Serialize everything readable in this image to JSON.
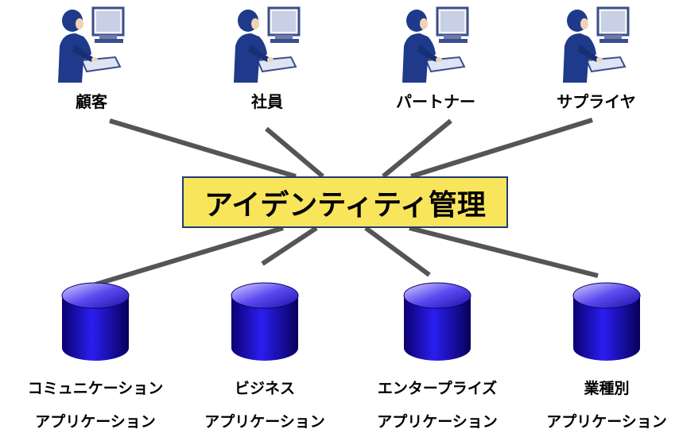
{
  "center": {
    "label": "アイデンティティ管理"
  },
  "users": [
    {
      "label": "顧客",
      "icon": "person-at-computer-icon"
    },
    {
      "label": "社員",
      "icon": "person-at-computer-icon"
    },
    {
      "label": "パートナー",
      "icon": "person-at-computer-icon"
    },
    {
      "label": "サプライヤ",
      "icon": "person-at-computer-icon"
    }
  ],
  "apps": [
    {
      "line1": "コミュニケーション",
      "line2": "アプリケーション",
      "icon": "database-cylinder-icon"
    },
    {
      "line1": "ビジネス",
      "line2": "アプリケーション",
      "icon": "database-cylinder-icon"
    },
    {
      "line1": "エンタープライズ",
      "line2": "アプリケーション",
      "icon": "database-cylinder-icon"
    },
    {
      "line1": "業種別",
      "line2": "アプリケーション",
      "icon": "database-cylinder-icon"
    }
  ],
  "colors": {
    "center_fill": "#f9e55c",
    "center_border": "#1e3a78",
    "line": "#555555",
    "person": "#1f3a8a",
    "cylinder": "#1a10c8"
  }
}
